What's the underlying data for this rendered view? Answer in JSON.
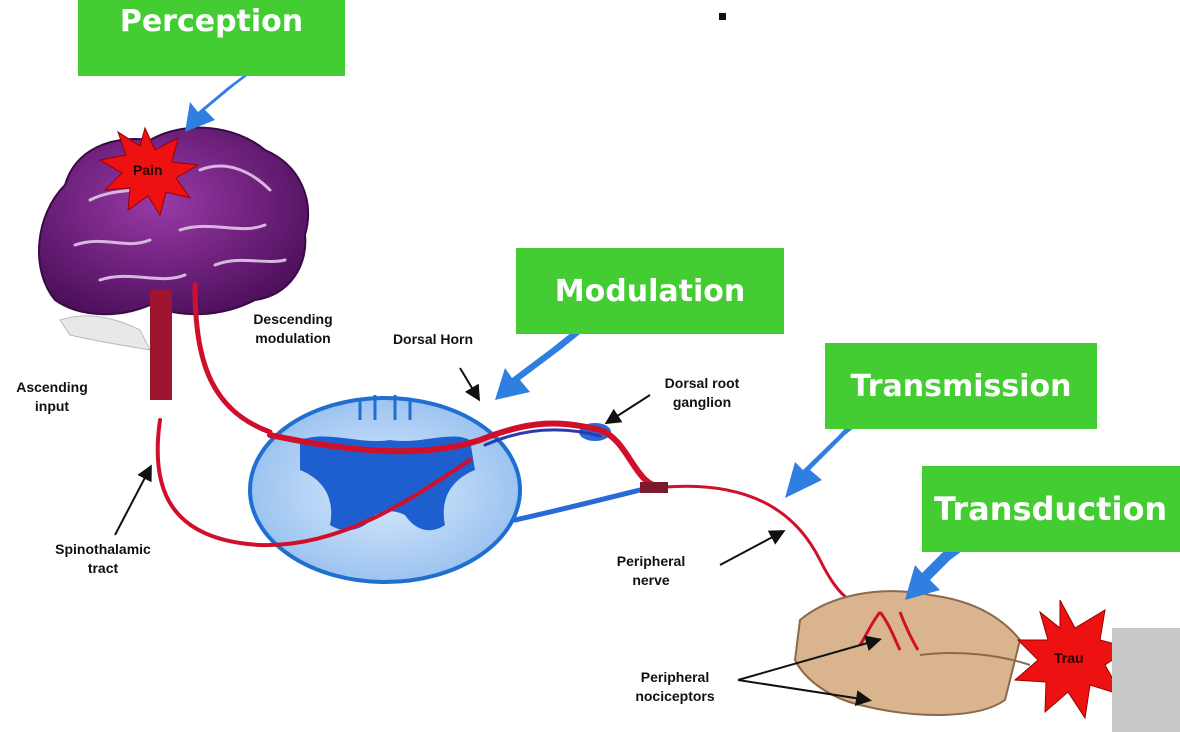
{
  "stages": {
    "perception": "Perception",
    "modulation": "Modulation",
    "transmission": "Transmission",
    "transduction": "Transduction"
  },
  "labels": {
    "descending_modulation": "Descending\nmodulation",
    "dorsal_horn": "Dorsal Horn",
    "dorsal_root_ganglion": "Dorsal root\nganglion",
    "ascending_input": "Ascending\ninput",
    "spinothalamic_tract": "Spinothalamic\ntract",
    "peripheral_nerve": "Peripheral\nnerve",
    "peripheral_nociceptors": "Peripheral\nnociceptors"
  },
  "bursts": {
    "pain": "Pain",
    "trauma": "Trau"
  },
  "colors": {
    "stage_box": "#44cc33",
    "arrow_blue": "#2f7fe0",
    "nerve_red": "#d0102a",
    "brain_purple": "#6a1a78",
    "spinal_blue": "#bcd8f7",
    "burst_red": "#ee1111",
    "tissue_tan": "#d9b48e"
  }
}
